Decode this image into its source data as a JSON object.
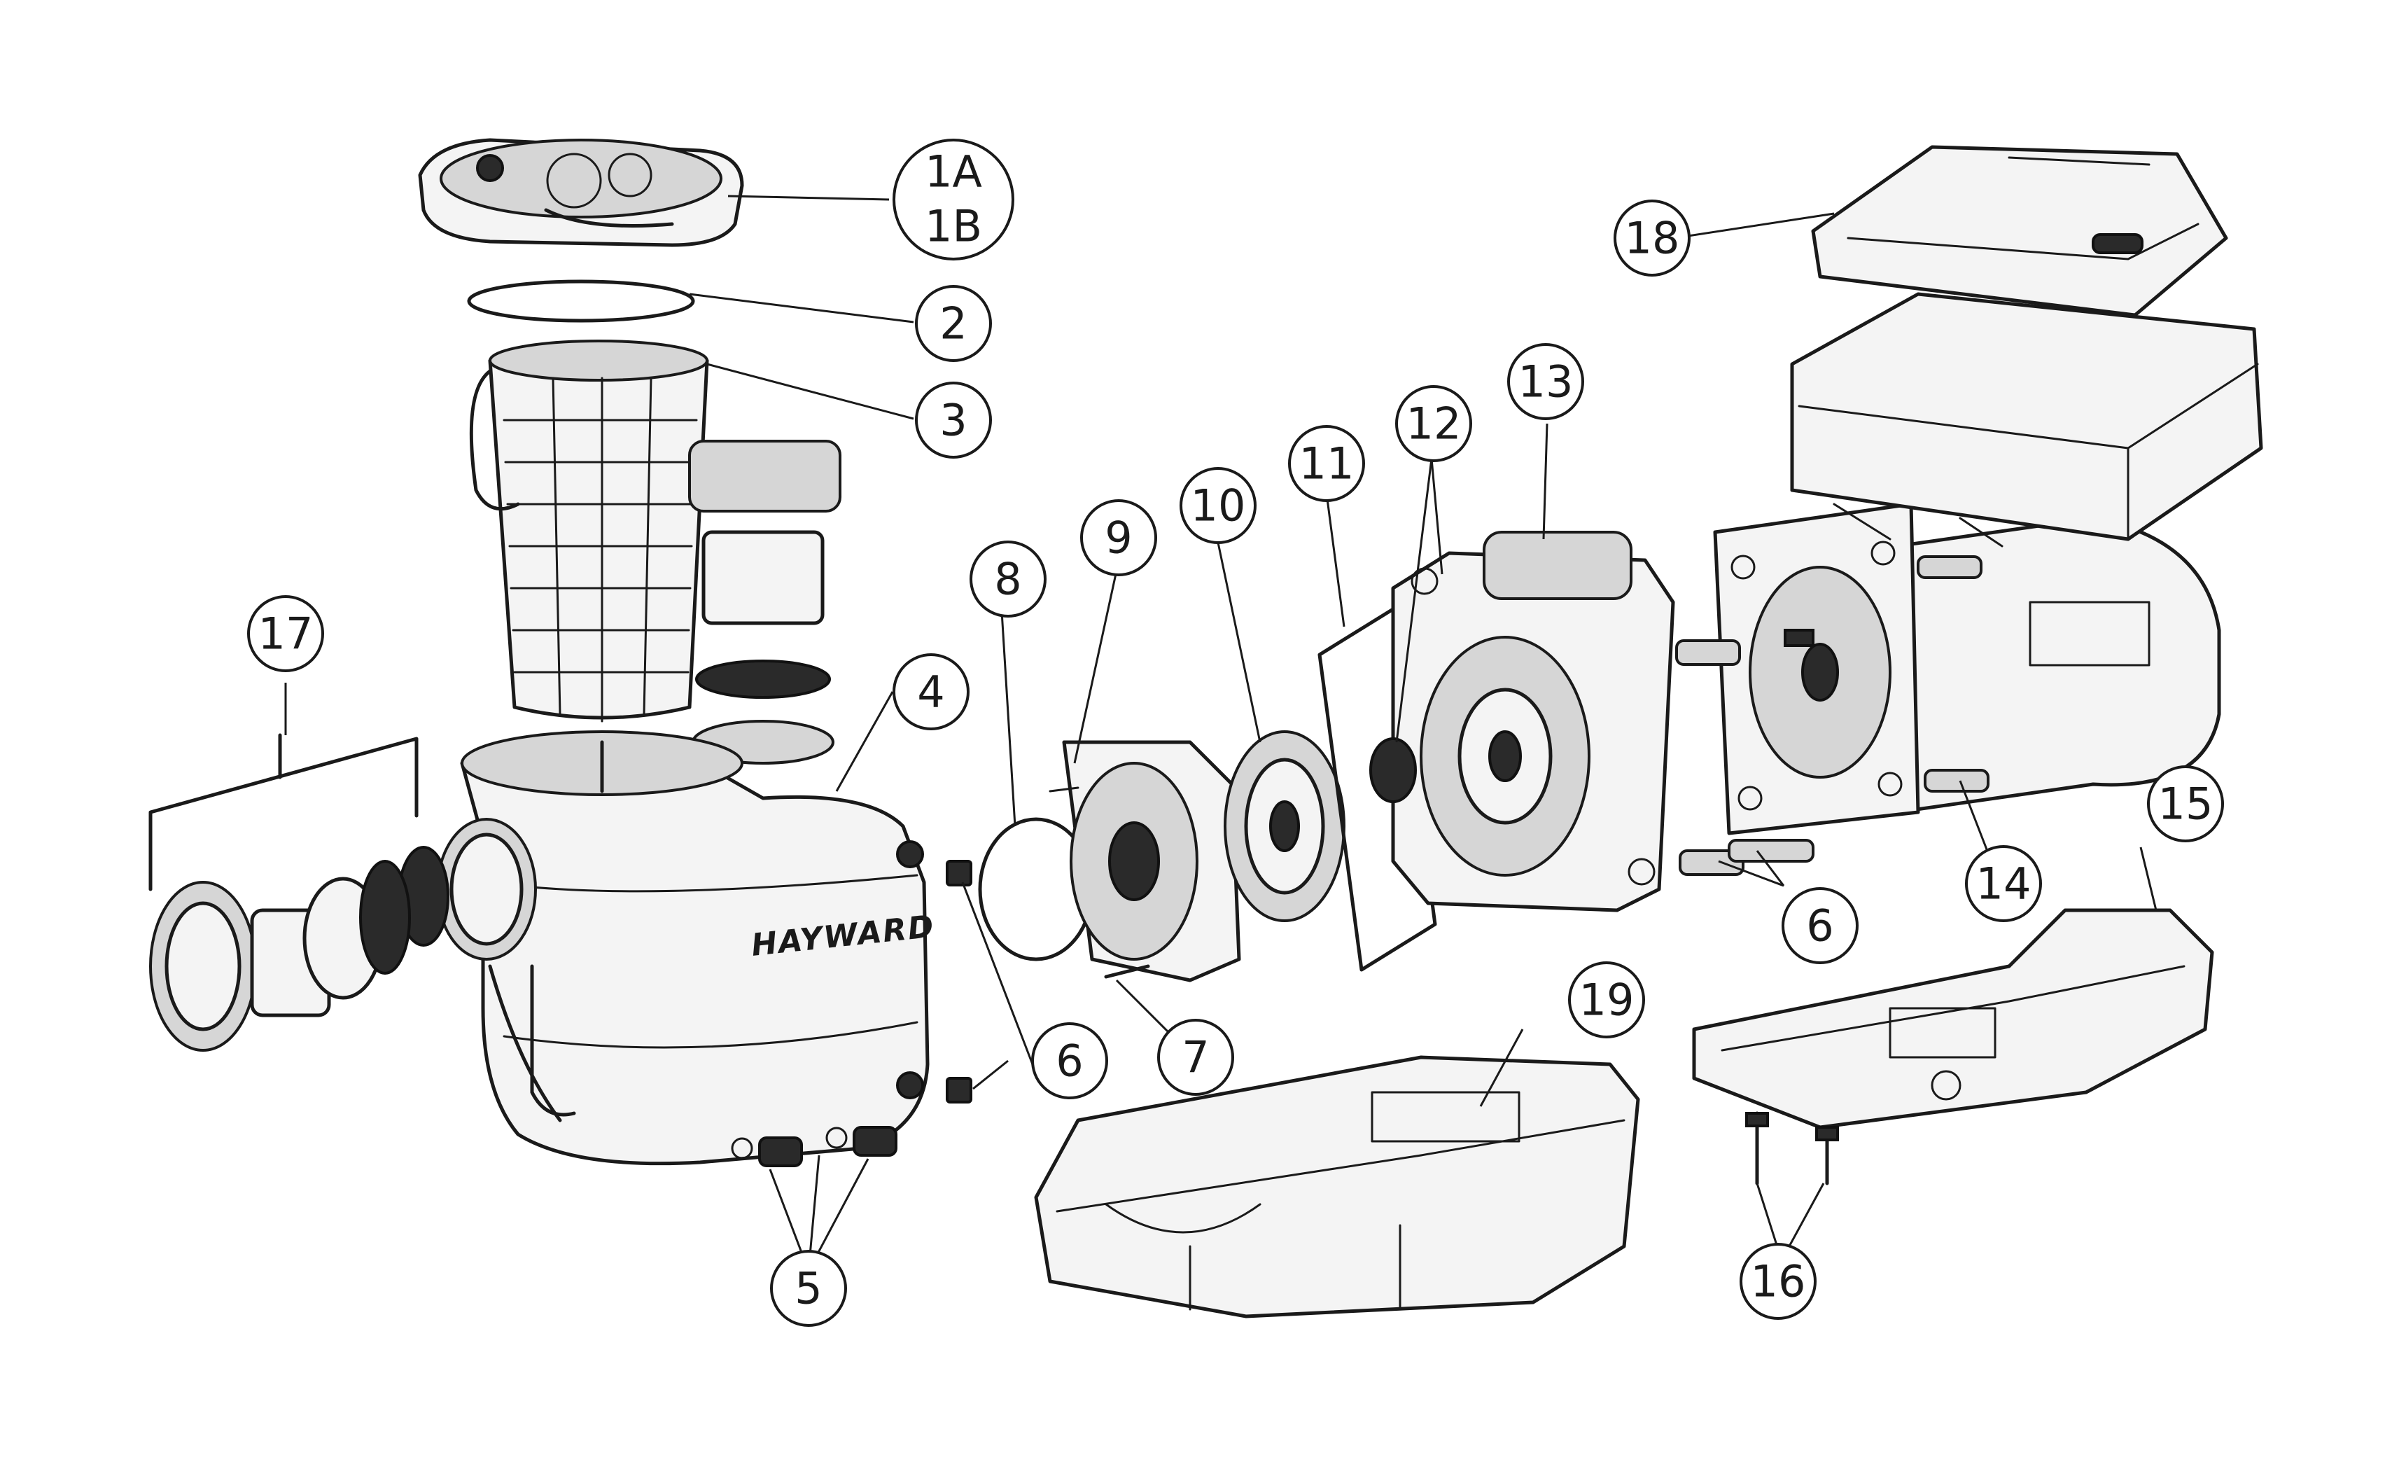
{
  "brand_mark": "HAYWARD",
  "callouts": [
    {
      "id": "1A",
      "lines": [
        "1A",
        "1B"
      ]
    },
    {
      "id": "2",
      "lines": [
        "2"
      ]
    },
    {
      "id": "3",
      "lines": [
        "3"
      ]
    },
    {
      "id": "4",
      "lines": [
        "4"
      ]
    },
    {
      "id": "5",
      "lines": [
        "5"
      ]
    },
    {
      "id": "6a",
      "lines": [
        "6"
      ]
    },
    {
      "id": "6b",
      "lines": [
        "6"
      ]
    },
    {
      "id": "7",
      "lines": [
        "7"
      ]
    },
    {
      "id": "8",
      "lines": [
        "8"
      ]
    },
    {
      "id": "9",
      "lines": [
        "9"
      ]
    },
    {
      "id": "10",
      "lines": [
        "10"
      ]
    },
    {
      "id": "11",
      "lines": [
        "11"
      ]
    },
    {
      "id": "12",
      "lines": [
        "12"
      ]
    },
    {
      "id": "13",
      "lines": [
        "13"
      ]
    },
    {
      "id": "14",
      "lines": [
        "14"
      ]
    },
    {
      "id": "15",
      "lines": [
        "15"
      ]
    },
    {
      "id": "16",
      "lines": [
        "16"
      ]
    },
    {
      "id": "17",
      "lines": [
        "17"
      ]
    },
    {
      "id": "18",
      "lines": [
        "18"
      ]
    },
    {
      "id": "19",
      "lines": [
        "19"
      ]
    }
  ]
}
